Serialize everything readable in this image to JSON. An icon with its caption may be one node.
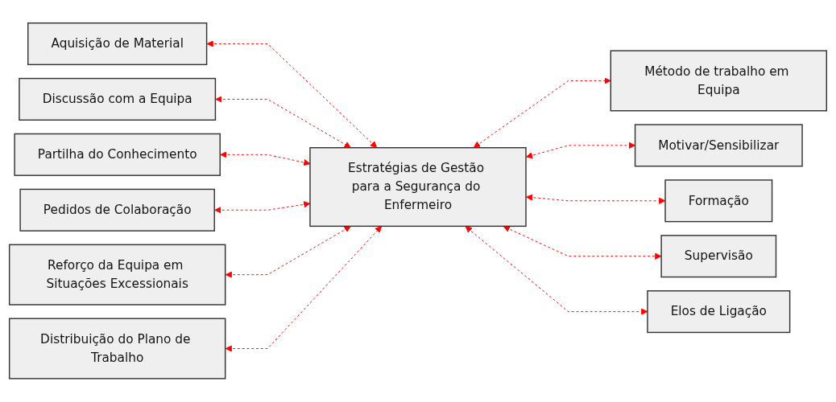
{
  "diagram": {
    "nodes": [
      {
        "text": [
          "Estratégias de Gestão para a Segurança do Enfermeiro"
        ]
      },
      {
        "text": [
          "Aquisição de Material"
        ]
      },
      {
        "text": [
          "Discussão com a Equipa"
        ]
      },
      {
        "text": [
          "Partilha do Conhecimento"
        ]
      },
      {
        "text": [
          "Pedidos de Colaboração"
        ]
      },
      {
        "text": [
          "Reforço da Equipa em Situações Excessionais"
        ]
      },
      {
        "text": [
          "Distribuição do Plano de Trabalho"
        ]
      },
      {
        "text": [
          "Método de trabalho em Equipa"
        ]
      },
      {
        "text": [
          "Motivar/Sensibilizar"
        ]
      },
      {
        "text": [
          "Formação"
        ]
      },
      {
        "text": [
          "Supervisão"
        ]
      },
      {
        "text": [
          "Elos de Ligação"
        ]
      }
    ],
    "edges": [
      {
        "from": 0,
        "to": 1,
        "arrow": "both",
        "style": "dashed",
        "color": "#ff0000"
      },
      {
        "from": 0,
        "to": 2,
        "arrow": "both",
        "style": "dashed",
        "color": "#ff0000"
      },
      {
        "from": 0,
        "to": 3,
        "arrow": "both",
        "style": "dashed",
        "color": "#ff0000"
      },
      {
        "from": 0,
        "to": 4,
        "arrow": "both",
        "style": "dashed",
        "color": "#ff0000"
      },
      {
        "from": 0,
        "to": 5,
        "arrow": "both",
        "style": "dashed",
        "color": "#ff0000"
      },
      {
        "from": 0,
        "to": 6,
        "arrow": "both",
        "style": "dashed",
        "color": "#ff0000"
      },
      {
        "from": 0,
        "to": 7,
        "arrow": "both",
        "style": "dashed",
        "color": "#ff0000"
      },
      {
        "from": 0,
        "to": 8,
        "arrow": "both",
        "style": "dashed",
        "color": "#ff0000"
      },
      {
        "from": 0,
        "to": 9,
        "arrow": "both",
        "style": "dashed",
        "color": "#ff0000"
      },
      {
        "from": 0,
        "to": 10,
        "arrow": "both",
        "style": "dashed",
        "color": "#ff0000"
      },
      {
        "from": 0,
        "to": 11,
        "arrow": "both",
        "style": "dashed",
        "color": "#ff0000"
      }
    ]
  }
}
